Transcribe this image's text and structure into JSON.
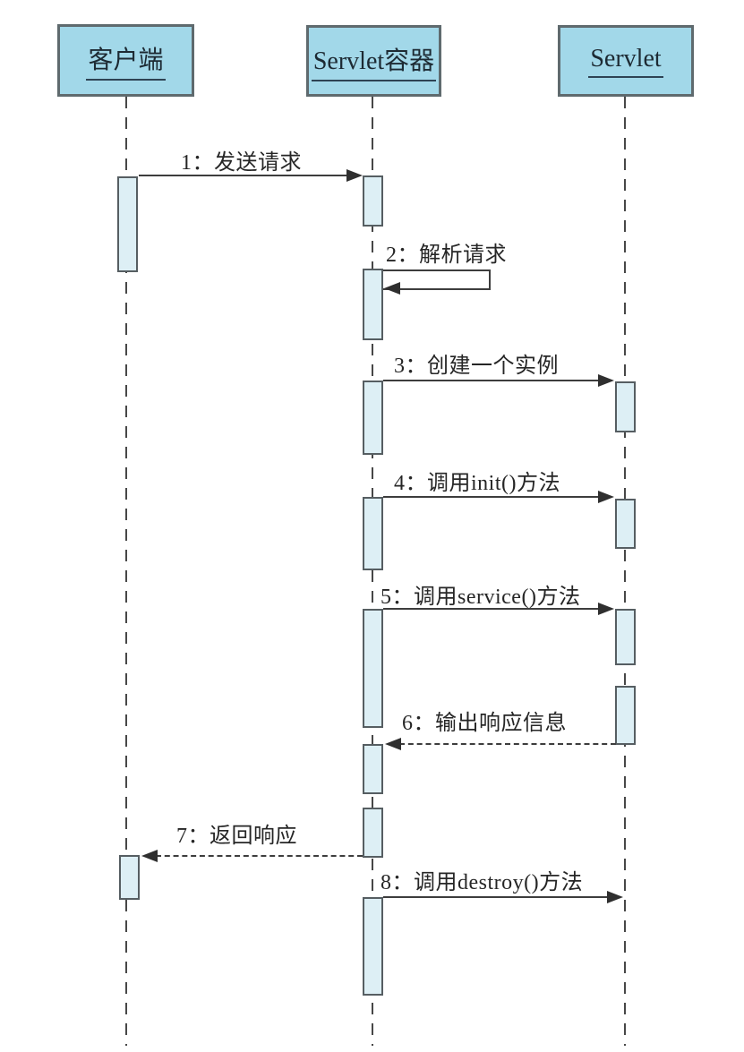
{
  "diagram_type": "uml-sequence-diagram",
  "colors": {
    "actor_fill": "#a2d8e9",
    "activation_fill": "#ddeff5",
    "line": "#3d3d3d",
    "text": "#262626",
    "background": "#ffffff"
  },
  "actors": [
    {
      "name": "客户端"
    },
    {
      "name": "Servlet容器"
    },
    {
      "name": "Servlet"
    }
  ],
  "messages": [
    {
      "label": "1：发送请求",
      "from": "客户端",
      "to": "Servlet容器",
      "style": "solid"
    },
    {
      "label": "2：解析请求",
      "from": "Servlet容器",
      "to": "Servlet容器",
      "style": "self"
    },
    {
      "label": "3：创建一个实例",
      "from": "Servlet容器",
      "to": "Servlet",
      "style": "solid"
    },
    {
      "label": "4：调用init()方法",
      "from": "Servlet容器",
      "to": "Servlet",
      "style": "solid"
    },
    {
      "label": "5：调用service()方法",
      "from": "Servlet容器",
      "to": "Servlet",
      "style": "solid"
    },
    {
      "label": "6：输出响应信息",
      "from": "Servlet",
      "to": "Servlet容器",
      "style": "dashed"
    },
    {
      "label": "7：返回响应",
      "from": "Servlet容器",
      "to": "客户端",
      "style": "dashed"
    },
    {
      "label": "8：调用destroy()方法",
      "from": "Servlet容器",
      "to": "Servlet",
      "style": "solid"
    }
  ]
}
